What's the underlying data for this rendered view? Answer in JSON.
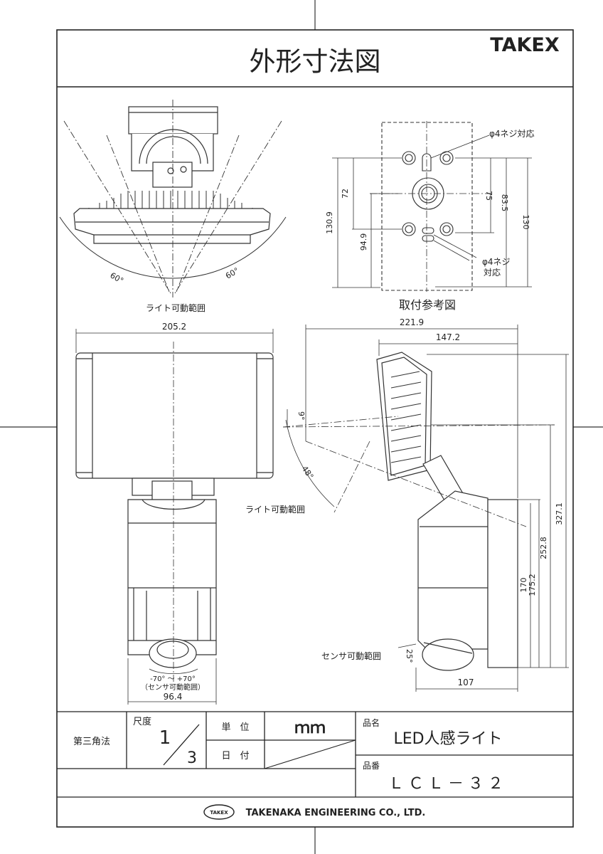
{
  "header": {
    "title": "外形寸法図",
    "brand": "TAKEX"
  },
  "mount": {
    "screw_top_label": "φ4ネジ対応",
    "screw_bottom_label_1": "φ4ネジ",
    "screw_bottom_label_2": "対応",
    "caption": "取付参考図",
    "dims": {
      "d72": "72",
      "d130_9": "130.9",
      "d94_9": "94.9",
      "d75": "75",
      "d83_5": "83.5",
      "d130": "130"
    }
  },
  "top_view": {
    "angle_left": "60°",
    "angle_right": "60°",
    "range_label": "ライト可動範囲"
  },
  "front_view": {
    "width_dim": "205.2",
    "sensor_range": "-70° ～ +70°",
    "sensor_range_label": "（センサ可動範囲）",
    "base_width_dim": "96.4"
  },
  "side_view": {
    "overall_width": "221.9",
    "head_width": "147.2",
    "tilt_small": "9°",
    "tilt_large": "48°",
    "light_range_label": "ライト可動範囲",
    "sensor_range_label": "センサ可動範囲",
    "sensor_angle": "25°",
    "base_depth": "107",
    "h170": "170",
    "h175_2": "175.2",
    "h252_8": "252.8",
    "h327_1": "327.1"
  },
  "title_block": {
    "projection": "第三角法",
    "scale_label": "尺度",
    "scale_num": "1",
    "scale_den": "3",
    "unit_label": "単　位",
    "unit_value": "ｍｍ",
    "date_label": "日　付",
    "name_label": "品名",
    "name_value": "LED人感ライト",
    "code_label": "品番",
    "code_value": "ＬＣＬ－３２",
    "company_badge": "TAKEX",
    "company": "TAKENAKA ENGINEERING CO., LTD."
  }
}
